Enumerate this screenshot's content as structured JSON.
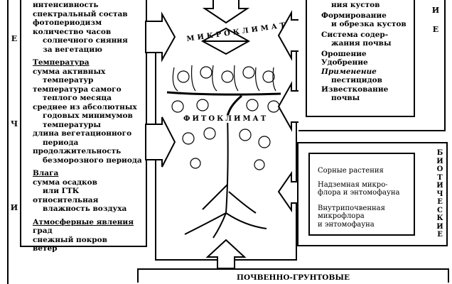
{
  "climatic": {
    "side_letters": [
      "Е",
      "Ч",
      "И"
    ],
    "light_items": [
      "интенсивность",
      "спектральный состав",
      "фотопериодизм",
      "количество часов",
      "солнечного сияния",
      "за вегетацию"
    ],
    "temperature": {
      "heading": "Температура",
      "items": [
        "сумма активных",
        "температур",
        "температура самого",
        "теплого месяца",
        "среднее из абсолютных",
        "годовых минимумов",
        "температуры",
        "длина вегетационного",
        "периода",
        "продолжительность",
        "безморозного периода"
      ]
    },
    "moisture": {
      "heading": "Влага",
      "items": [
        "сумма осадков",
        "или ГТК",
        "относительная",
        "влажность воздуха"
      ]
    },
    "atmospheric": {
      "heading": "Атмосферные явления",
      "items": [
        "град",
        "снежный покров",
        "ветер"
      ]
    }
  },
  "center": {
    "microclimate": "МИКРОКЛИМАТ",
    "phytoclimate": "ФИТОКЛИМАТ"
  },
  "agrotechnical": {
    "side_letters": [
      "И",
      "Е"
    ],
    "items": [
      "ния кустов",
      "Формирование",
      "и обрезка кустов",
      "Система содер-",
      "жания почвы",
      "Орошение",
      "Удобрение",
      "Применение",
      "пестицидов",
      "Известкование",
      "почвы"
    ]
  },
  "biotic": {
    "label": "БИОТИЧЕСКИЕ",
    "items": [
      "Сорные растения",
      "Надземная микро-",
      "флора и энтомофауна",
      "Внутрипочвенная",
      "микрофлора",
      "и энтомофауна"
    ]
  },
  "soil": {
    "label": "ПОЧВЕННО-ГРУНТОВЫЕ"
  }
}
